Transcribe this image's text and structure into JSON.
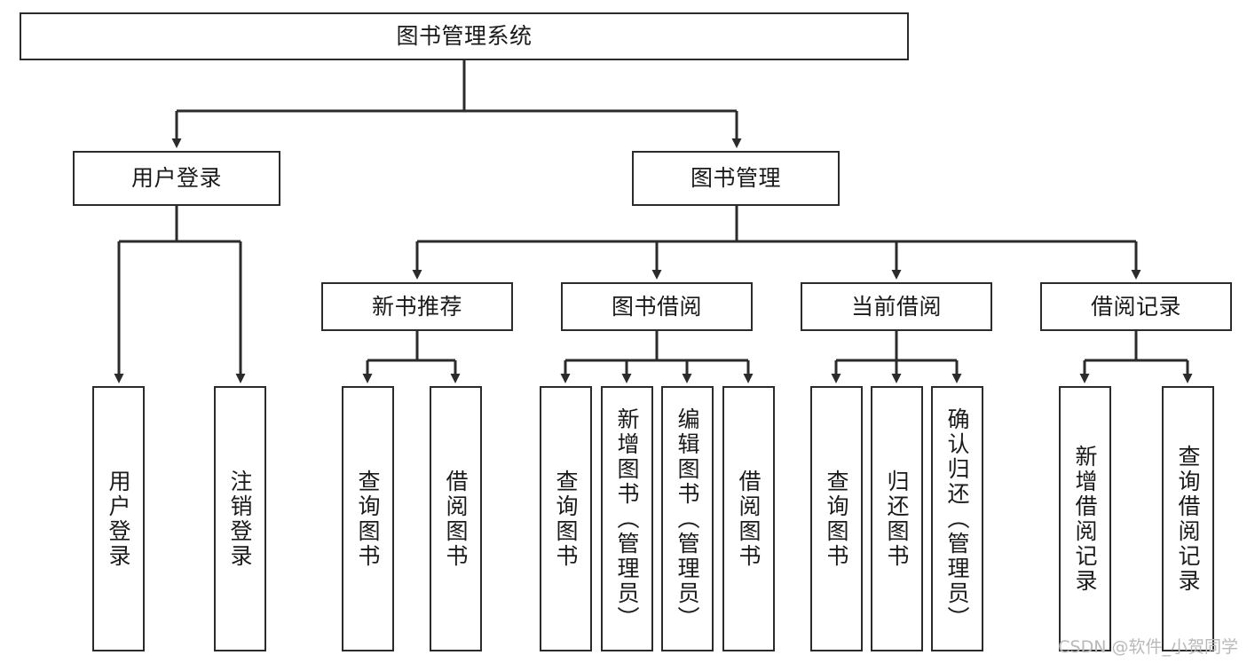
{
  "diagram": {
    "type": "tree",
    "title": "图书管理系统",
    "stroke_color": "#2b2b2b",
    "fill_color": "#ffffff",
    "text_color": "#1a1a1a",
    "nodes": {
      "root": {
        "label": "图书管理系统"
      },
      "level2": [
        {
          "label": "用户登录"
        },
        {
          "label": "图书管理"
        }
      ],
      "level3": [
        {
          "label": "新书推荐"
        },
        {
          "label": "图书借阅"
        },
        {
          "label": "当前借阅"
        },
        {
          "label": "借阅记录"
        }
      ],
      "leaves": {
        "user_login": [
          {
            "label": "用户登录"
          },
          {
            "label": "注销登录"
          }
        ],
        "new_book": [
          {
            "label": "查询图书"
          },
          {
            "label": "借阅图书"
          }
        ],
        "book_borrow": [
          {
            "label": "查询图书"
          },
          {
            "label": "新增图书（管理员）"
          },
          {
            "label": "编辑图书（管理员）"
          },
          {
            "label": "借阅图书"
          }
        ],
        "current_borrow": [
          {
            "label": "查询图书"
          },
          {
            "label": "归还图书"
          },
          {
            "label": "确认归还（管理员）"
          }
        ],
        "borrow_record": [
          {
            "label": "新增借阅记录"
          },
          {
            "label": "查询借阅记录"
          }
        ]
      }
    }
  },
  "watermark": {
    "text": "CSDN @软件_小贺同学"
  }
}
